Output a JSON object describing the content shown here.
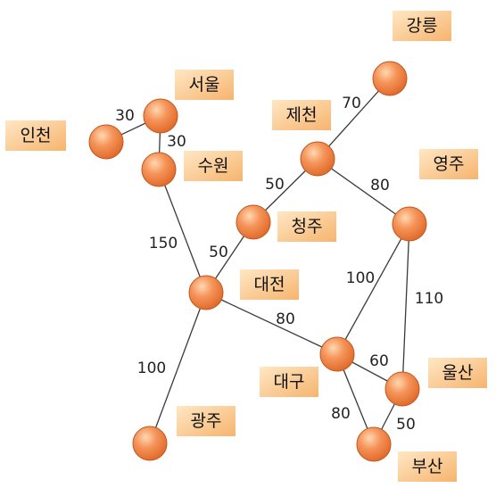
{
  "colors": {
    "node_fill_light": "#ffd8b0",
    "node_fill_mid": "#f5945a",
    "node_fill_dark": "#e06a2a",
    "node_stroke": "#c0561e",
    "label_fill_light": "#ffe7c4",
    "label_fill_dark": "#f6b46e",
    "edge": "#3a3a3a",
    "text": "#111111"
  },
  "nodes": [
    {
      "id": "gangneung",
      "label": "강릉"
    },
    {
      "id": "seoul",
      "label": "서울"
    },
    {
      "id": "incheon",
      "label": "인천"
    },
    {
      "id": "jecheon",
      "label": "제천"
    },
    {
      "id": "suwon",
      "label": "수원"
    },
    {
      "id": "yeongju",
      "label": "영주"
    },
    {
      "id": "cheongju",
      "label": "청주"
    },
    {
      "id": "daejeon",
      "label": "대전"
    },
    {
      "id": "daegu",
      "label": "대구"
    },
    {
      "id": "ulsan",
      "label": "울산"
    },
    {
      "id": "gwangju",
      "label": "광주"
    },
    {
      "id": "busan",
      "label": "부산"
    }
  ],
  "edges": [
    {
      "from": "incheon",
      "to": "seoul",
      "weight": "30"
    },
    {
      "from": "seoul",
      "to": "suwon",
      "weight": "30"
    },
    {
      "from": "suwon",
      "to": "daejeon",
      "weight": "150"
    },
    {
      "from": "jecheon",
      "to": "gangneung",
      "weight": "70"
    },
    {
      "from": "jecheon",
      "to": "cheongju",
      "weight": "50"
    },
    {
      "from": "jecheon",
      "to": "yeongju",
      "weight": "80"
    },
    {
      "from": "cheongju",
      "to": "daejeon",
      "weight": "50"
    },
    {
      "from": "yeongju",
      "to": "daegu",
      "weight": "100"
    },
    {
      "from": "yeongju",
      "to": "ulsan",
      "weight": "110"
    },
    {
      "from": "daejeon",
      "to": "daegu",
      "weight": "80"
    },
    {
      "from": "daejeon",
      "to": "gwangju",
      "weight": "100"
    },
    {
      "from": "daegu",
      "to": "ulsan",
      "weight": "60"
    },
    {
      "from": "daegu",
      "to": "busan",
      "weight": "80"
    },
    {
      "from": "ulsan",
      "to": "busan",
      "weight": "50"
    }
  ]
}
